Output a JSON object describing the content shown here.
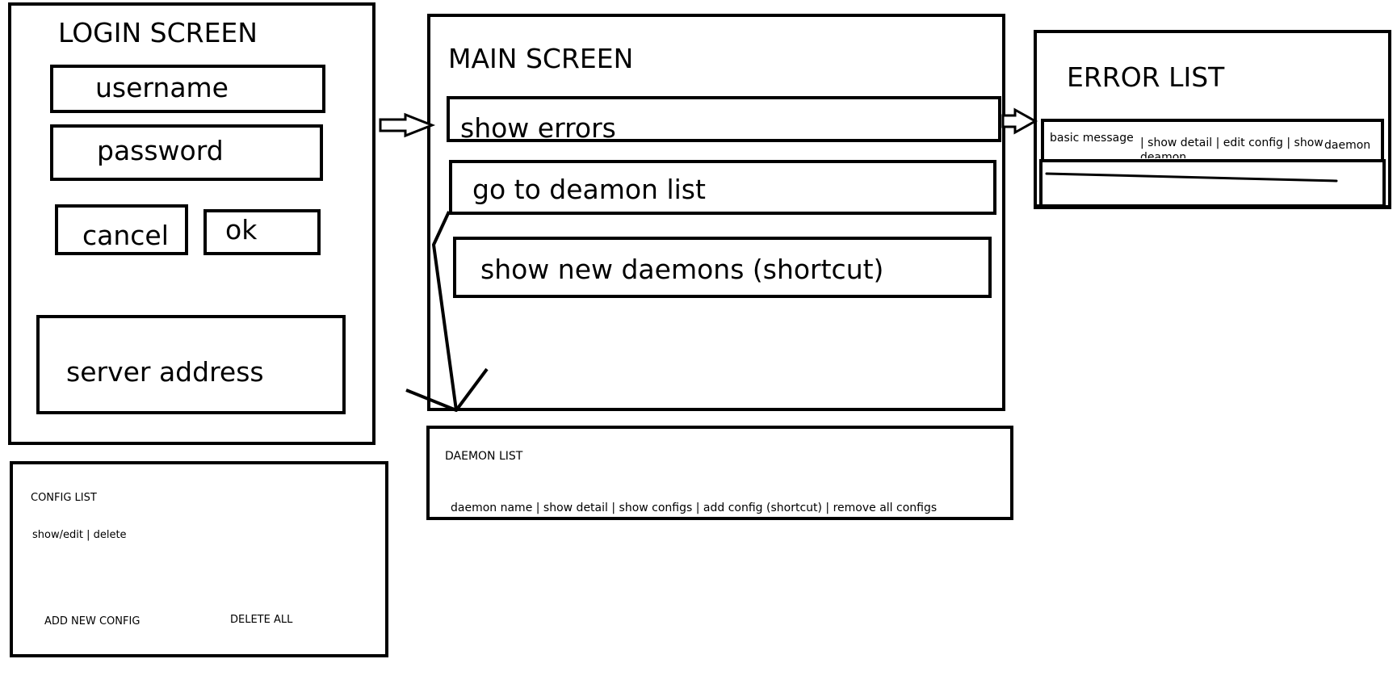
{
  "login": {
    "title": "LOGIN SCREEN",
    "username": "username",
    "password": "password",
    "cancel": "cancel",
    "ok": "ok",
    "server_address": "server address"
  },
  "main": {
    "title": "MAIN SCREEN",
    "show_errors": "show errors",
    "go_to_daemon_list": "go to deamon list",
    "show_new_daemons": "show new daemons (shortcut)"
  },
  "error_list": {
    "title": "ERROR LIST",
    "basic_message": "basic message",
    "actions": "| show detail | edit config | show",
    "daemon": "daemon",
    "daemon_overflow": "deamon"
  },
  "daemon_list": {
    "title": "DAEMON LIST",
    "row": "daemon name | show detail | show configs | add config (shortcut) | remove all configs"
  },
  "config_list": {
    "title": "CONFIG LIST",
    "row": "show/edit | delete",
    "add_new": "ADD NEW CONFIG",
    "delete_all": "DELETE ALL"
  }
}
